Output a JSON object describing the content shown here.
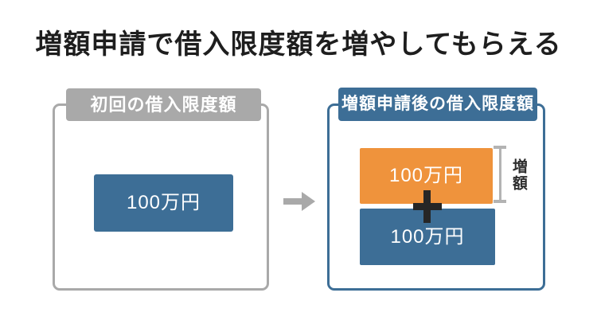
{
  "title": "増額申請で借入限度額を増やしてもらえる",
  "left_panel": {
    "header": "初回の借入限度額",
    "amount": "100万円"
  },
  "right_panel": {
    "header": "増額申請後の借入限度額",
    "added_amount": "100万円",
    "base_amount": "100万円",
    "increase_label": "増額"
  },
  "icons": {
    "between_panels": "right-arrow",
    "between_amounts": "plus",
    "increase_range": "i-beam-bracket"
  },
  "colors": {
    "blue": "#3d6e96",
    "orange": "#ef933c",
    "gray": "#a9a9a9",
    "bracket_gray": "#b3b3b3",
    "plus_dark": "#262626",
    "title_text": "#1e1e1e",
    "background": "#ffffff"
  }
}
